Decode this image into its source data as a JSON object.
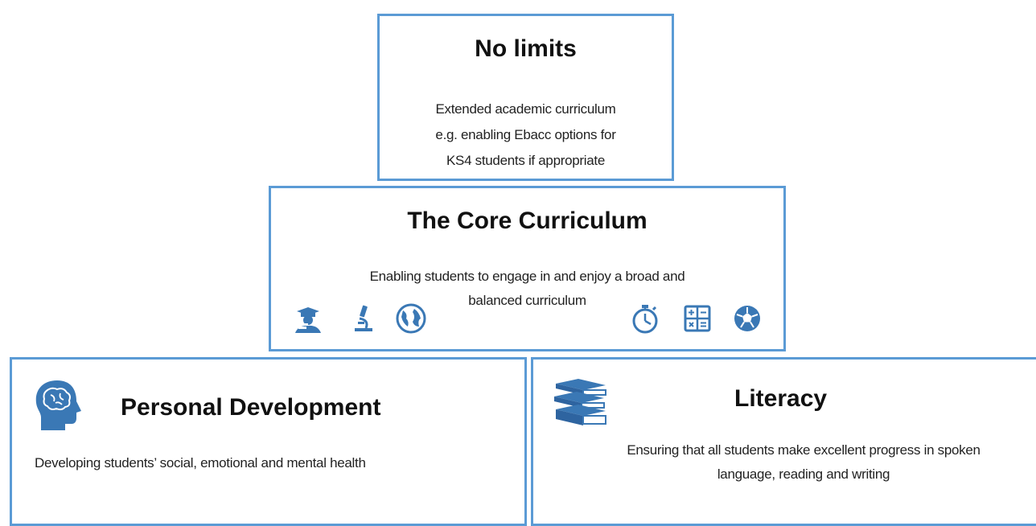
{
  "top_box": {
    "title": "No limits",
    "line1": "Extended academic curriculum",
    "line2": "e.g. enabling Ebacc options for",
    "line3": "KS4 students if appropriate"
  },
  "core_box": {
    "title": "The Core Curriculum",
    "line1": "Enabling students to engage in and enjoy a broad and",
    "line2": "balanced curriculum",
    "icons": [
      "graduate-icon",
      "microscope-icon",
      "globe-icon",
      "stopwatch-icon",
      "calculator-icon",
      "football-icon"
    ]
  },
  "personal_box": {
    "title": "Personal Development",
    "line1": "Developing students’ social, emotional and mental health",
    "icon": "brain-head-icon"
  },
  "literacy_box": {
    "title": "Literacy",
    "line1": "Ensuring that all students make excellent progress in spoken",
    "line2": "language, reading and writing",
    "icon": "books-stack-icon"
  },
  "colors": {
    "border": "#5b9bd5",
    "icon": "#3a78b5"
  }
}
